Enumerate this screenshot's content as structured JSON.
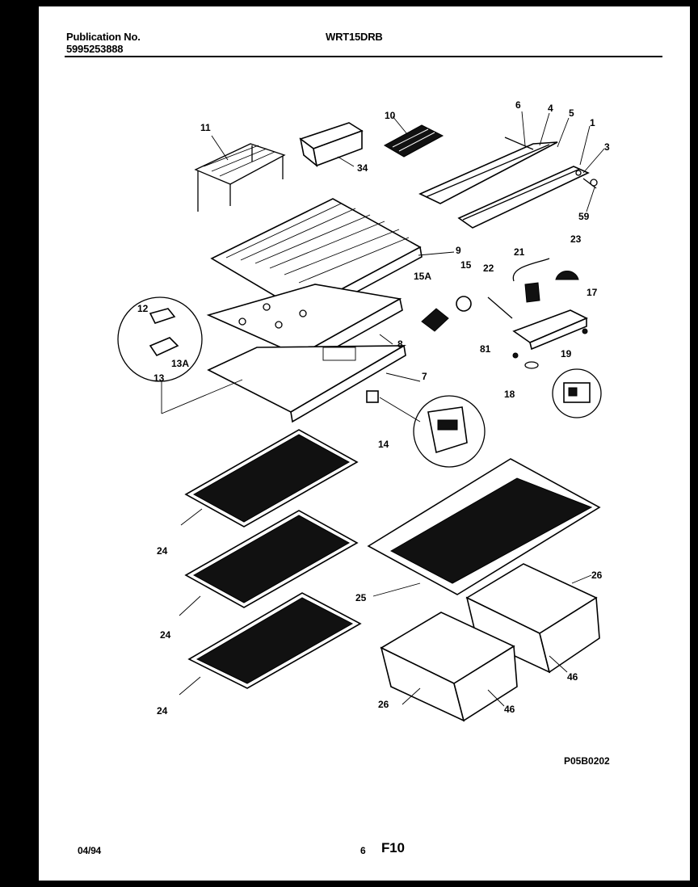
{
  "header": {
    "publication_label": "Publication No.",
    "publication_number": "5995253888",
    "model": "WRT15DRB"
  },
  "diagram": {
    "callouts": [
      "11",
      "34",
      "10",
      "6",
      "4",
      "5",
      "1",
      "3",
      "59",
      "9",
      "15A",
      "15",
      "21",
      "22",
      "23",
      "17",
      "12",
      "13A",
      "13",
      "8",
      "7",
      "81",
      "19",
      "18",
      "14",
      "24",
      "24",
      "24",
      "25",
      "26",
      "26",
      "46",
      "46"
    ],
    "drawing_code": "P05B0202"
  },
  "footer": {
    "date": "04/94",
    "page_number": "6",
    "figure": "F10"
  }
}
